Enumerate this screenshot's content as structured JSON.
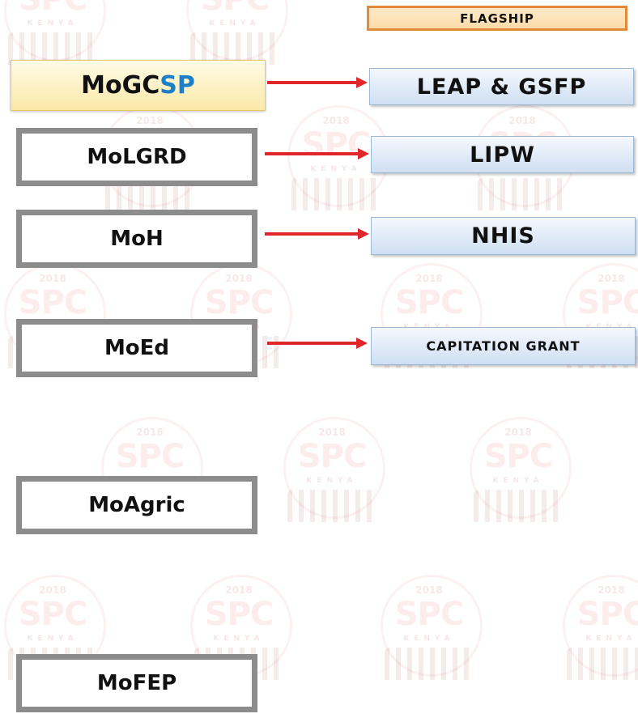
{
  "header": {
    "flagship_label": "FLAGSHIP"
  },
  "ministries": [
    {
      "name_main": "MoGC",
      "name_accent": "SP"
    },
    {
      "name": "MoLGRD"
    },
    {
      "name": "MoH"
    },
    {
      "name": "MoEd"
    },
    {
      "name": "MoAgric"
    },
    {
      "name": "MoFEP"
    }
  ],
  "programs": [
    {
      "label": "LEAP & GSFP"
    },
    {
      "label": "LIPW"
    },
    {
      "label": "NHIS"
    },
    {
      "label": "CAPITATION GRANT"
    }
  ],
  "watermark": {
    "year": "2018",
    "logo": "SPC",
    "country": "KENYA"
  },
  "colors": {
    "arrow": "#e0262b",
    "accent": "#1f7fc6",
    "flagship_border": "#e38a3a",
    "ministry_border": "#8c8c8c"
  }
}
